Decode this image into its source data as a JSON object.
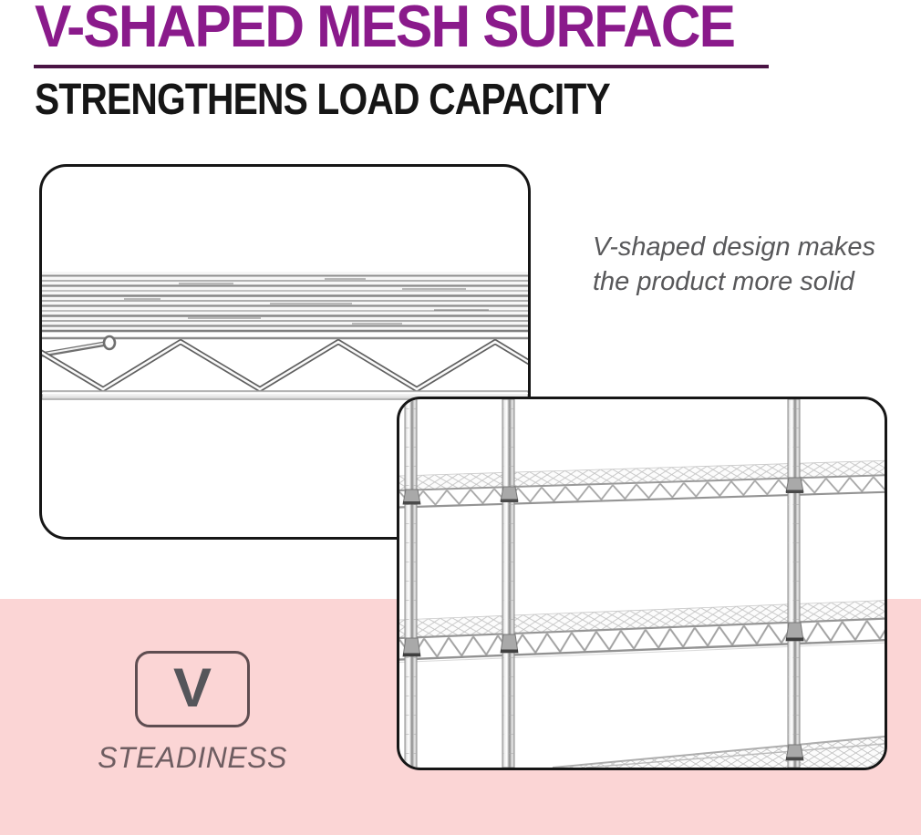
{
  "header": {
    "title": "V-SHAPED MESH SURFACE",
    "subtitle": "STRENGTHENS LOAD CAPACITY"
  },
  "caption": {
    "line1": "V-shaped design makes",
    "line2": "the product more solid"
  },
  "feature": {
    "badge_letter": "V",
    "label": "STEADINESS"
  },
  "colors": {
    "headline_purple": "#8a1a8b",
    "underline_purple": "#4a1444",
    "pink_background": "#fbd5d5",
    "caption_gray": "#58585a",
    "badge_border": "#5e4d51",
    "badge_letter_gray": "#55555a",
    "label_gray": "#6e5d61",
    "frame_black": "#161616"
  }
}
